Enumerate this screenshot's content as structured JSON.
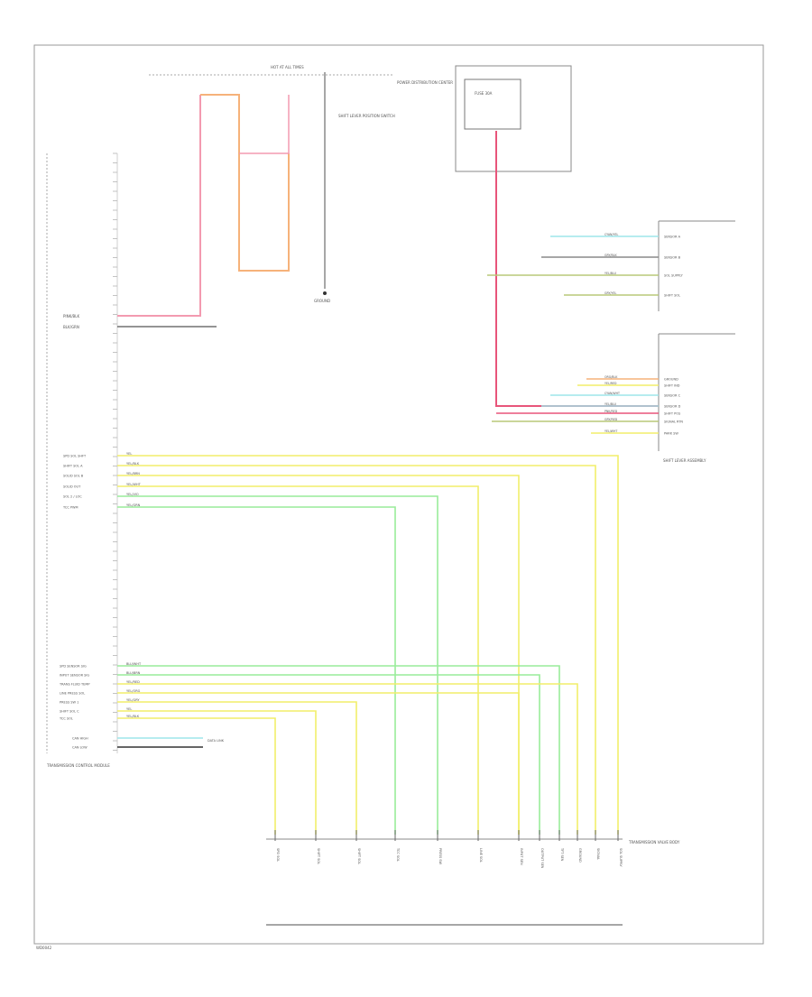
{
  "colors": {
    "frame": "#9a9a9a",
    "text": "#555555",
    "pink": "#f39ab0",
    "red": "#e8557a",
    "orange": "#f6b27a",
    "yellow": "#f2ee6a",
    "green": "#99ec9a",
    "cyan": "#9ee6ea",
    "olive": "#b8c878",
    "gray": "#8a8a8a",
    "black": "#333333"
  },
  "wiring": {
    "wire_red": "PINK/BLK",
    "wire_grn": "BLK/GRN",
    "tcu_labels_upper": [
      "SPD SOL SHFT",
      "SHIFT SOL A",
      "SOLID SOL B",
      "SOLID OUT",
      "SOL 2 / LOC",
      "TCC PWM"
    ],
    "wire_upper": [
      "YEL",
      "YEL/BLK",
      "YEL/BRN",
      "YEL/WHT",
      "YEL/VIO",
      "YEL/GRN"
    ],
    "tcu_labels_lower": [
      "SPD SENSOR SIG",
      "INPUT SENSOR SIG",
      "TRANS FLUID TEMP",
      "LINE PRESS SOL",
      "PRESS SW 1",
      "SHIFT SOL C",
      "TCC SOL"
    ],
    "wire_lower": [
      "BLU/WHT",
      "BLU/BRN",
      "YEL/RED",
      "YEL/ORG",
      "YEL/GRY",
      "YEL",
      "YEL/BLK"
    ],
    "can_labels": [
      "CAN HIGH",
      "CAN LOW"
    ],
    "trans_labels": [
      "SPD SOL",
      "SHIFT SOL",
      "SHIFT SOL",
      "TCC SOL",
      "PRESS SW",
      "LINE SOL",
      "INPUT SEN",
      "OUTPUT SEN",
      "TFT SEN",
      "GROUND",
      "SIGNAL",
      "SOL SUPPLY"
    ],
    "shifter_labels": [
      "SENSOR A",
      "SENSOR B",
      "SOL SUPPLY",
      "SHIFT SOL",
      "GROUND",
      "SHIFT IND",
      "SENSOR C",
      "SENSOR D",
      "SHIFT POS",
      "SIGNAL RTN",
      "PARK SW"
    ],
    "shifter_wires": [
      "CYAN/YEL",
      "GRY/BLK",
      "YEL/BLU",
      "GRY/YEL",
      "ORG/BLK",
      "YEL/RED",
      "CYAN/WHT",
      "YEL/BLU",
      "PNK/RED",
      "GRY/RED",
      "YEL/WHT"
    ]
  },
  "labels": {
    "tcm_title": "TRANSMISSION CONTROL MODULE",
    "trans_title": "TRANSMISSION VALVE BODY",
    "shifter_title": "SHIFT LEVER ASSEMBLY",
    "shift_switch": "SHIFT LEVER POSITION SWITCH",
    "power_dist": "POWER DISTRIBUTION CENTER",
    "fuse": "FUSE 30A",
    "hot_at_all_times": "HOT AT ALL TIMES",
    "ground": "GROUND",
    "data_link": "DATA LINK",
    "corner_tag": "WD0042"
  }
}
